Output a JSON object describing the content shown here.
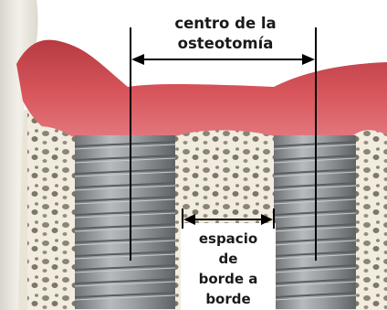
{
  "labels": {
    "top_line1": "centro de la",
    "top_line2": "osteotomía",
    "middle_line1": "espacio",
    "middle_line2": "de",
    "middle_line3": "borde a",
    "middle_line4": "borde"
  },
  "colors": {
    "gingiva": "#c9494f",
    "bone_cortical": "#ebe6d6",
    "bone_cancellous": "#f3efe3",
    "implant": "#8f9396",
    "dimension_line": "#000000",
    "text": "#1a1a1a"
  }
}
